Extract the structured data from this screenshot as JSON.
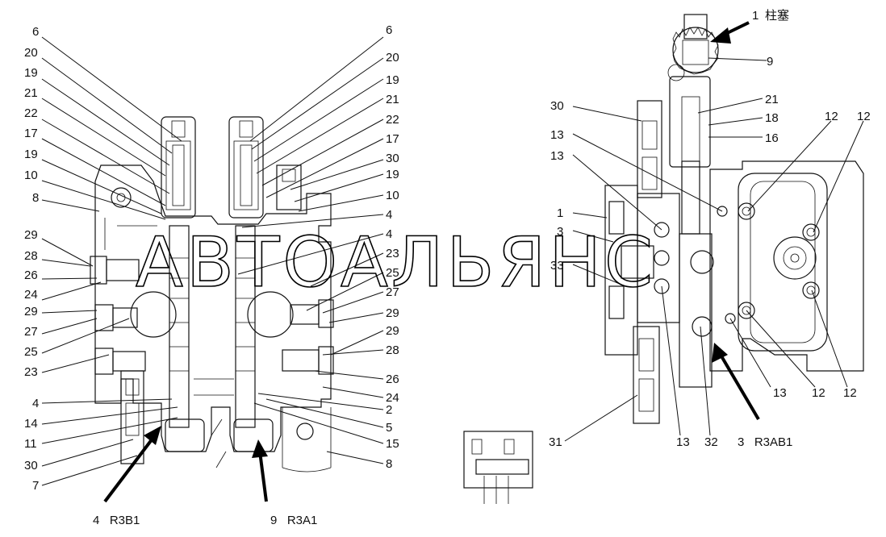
{
  "watermark": "АВТОАЛЬЯНС",
  "captions": {
    "left_b": "4   R3B1",
    "left_a": "9   R3A1",
    "right_ab": "3   R3AB1"
  },
  "callouts": {
    "left": [
      "6",
      "20",
      "19",
      "21",
      "22",
      "17",
      "19",
      "10",
      "8",
      "29",
      "28",
      "26",
      "24",
      "29",
      "27",
      "25",
      "23",
      "4",
      "14",
      "11",
      "30",
      "7"
    ],
    "middle": [
      "6",
      "20",
      "19",
      "21",
      "22",
      "17",
      "30",
      "19",
      "10",
      "4",
      "4",
      "23",
      "25",
      "27",
      "29",
      "29",
      "28",
      "26",
      "24",
      "2",
      "5",
      "15",
      "8"
    ],
    "right_top": {
      "num": "1",
      "text": "柱塞"
    },
    "right": [
      "9",
      "21",
      "18",
      "16",
      "30",
      "13",
      "13",
      "1",
      "3",
      "33",
      "12",
      "12",
      "13",
      "12",
      "12",
      "31",
      "13",
      "32"
    ]
  }
}
